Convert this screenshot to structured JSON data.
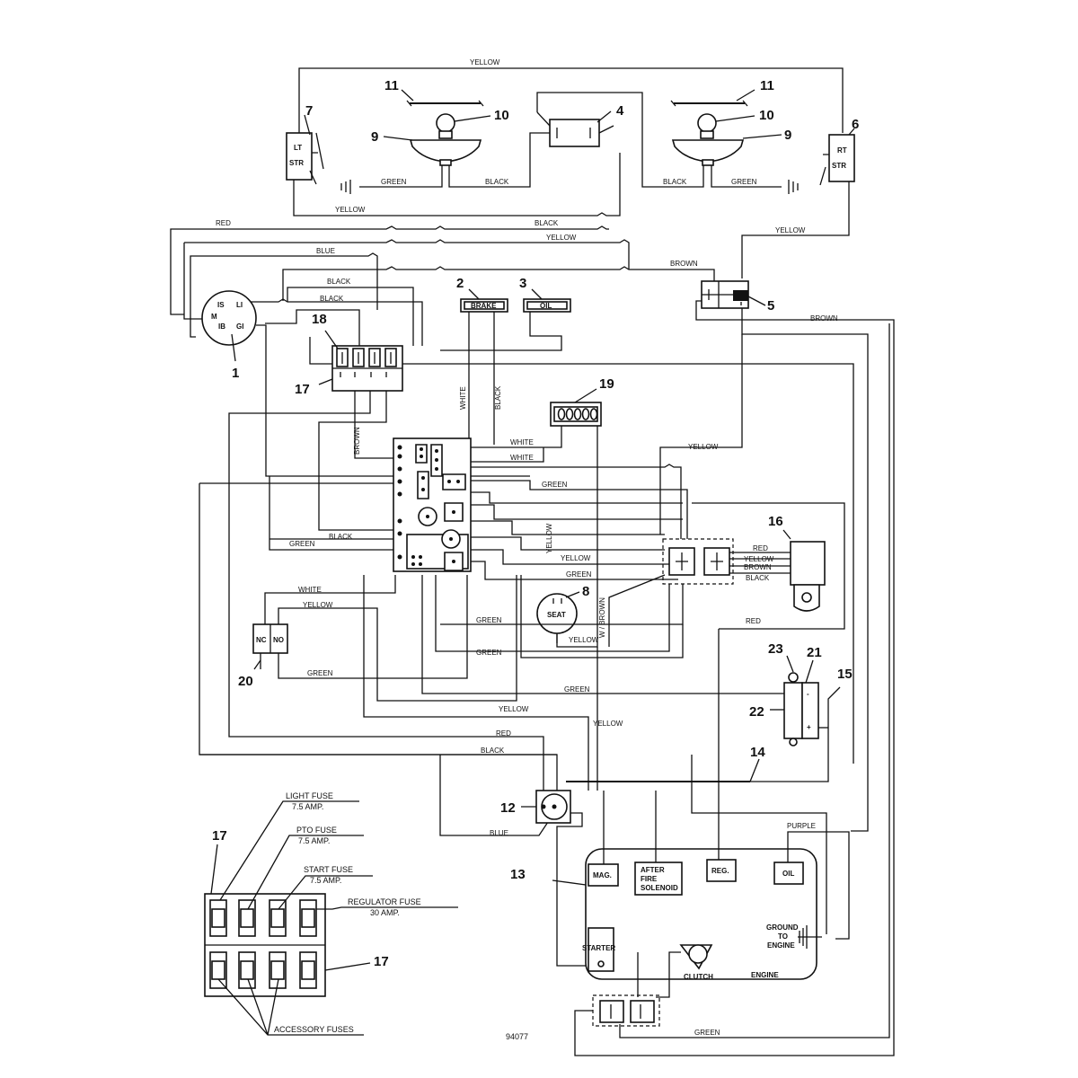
{
  "wire_labels": {
    "yellow": "YELLOW",
    "green": "GREEN",
    "black": "BLACK",
    "red": "RED",
    "blue": "BLUE",
    "brown": "BROWN",
    "white": "WHITE",
    "purple": "PURPLE",
    "w_brown": "W / BROWN"
  },
  "callouts": {
    "n1": "1",
    "n2": "2",
    "n3": "3",
    "n4": "4",
    "n5": "5",
    "n6": "6",
    "n7": "7",
    "n8": "8",
    "n9": "9",
    "n10": "10",
    "n11": "11",
    "n12": "12",
    "n13": "13",
    "n14": "14",
    "n15": "15",
    "n16": "16",
    "n17": "17",
    "n18": "18",
    "n19": "19",
    "n20": "20",
    "n21": "21",
    "n22": "22",
    "n23": "23"
  },
  "components": {
    "lt_str_line1": "LT",
    "lt_str_line2": "STR",
    "rt_str_line1": "RT",
    "rt_str_line2": "STR",
    "brake": "BRAKE",
    "oil_switch": "OIL",
    "seat": "SEAT",
    "nc": "NC",
    "no": "NO",
    "ign_is": "IS",
    "ign_li": "LI",
    "ign_m": "M",
    "ign_ib": "IB",
    "ign_gi": "GI",
    "mag": "MAG.",
    "after_fire_1": "AFTER",
    "after_fire_2": "FIRE",
    "after_fire_3": "SOLENOID",
    "reg": "REG.",
    "engine_oil": "OIL",
    "starter": "STARTER",
    "ground_1": "GROUND",
    "ground_2": "TO",
    "ground_3": "ENGINE",
    "clutch": "CLUTCH",
    "engine": "ENGINE",
    "plus": "+",
    "minus": "-"
  },
  "fuse_legend": {
    "light_fuse": "LIGHT FUSE",
    "light_amp": "7.5 AMP.",
    "pto_fuse": "PTO FUSE",
    "pto_amp": "7.5 AMP.",
    "start_fuse": "START FUSE",
    "start_amp": "7.5 AMP.",
    "regulator_fuse": "REGULATOR FUSE",
    "regulator_amp": "30 AMP.",
    "accessory_fuses": "ACCESSORY FUSES"
  },
  "drawing_number": "94077"
}
